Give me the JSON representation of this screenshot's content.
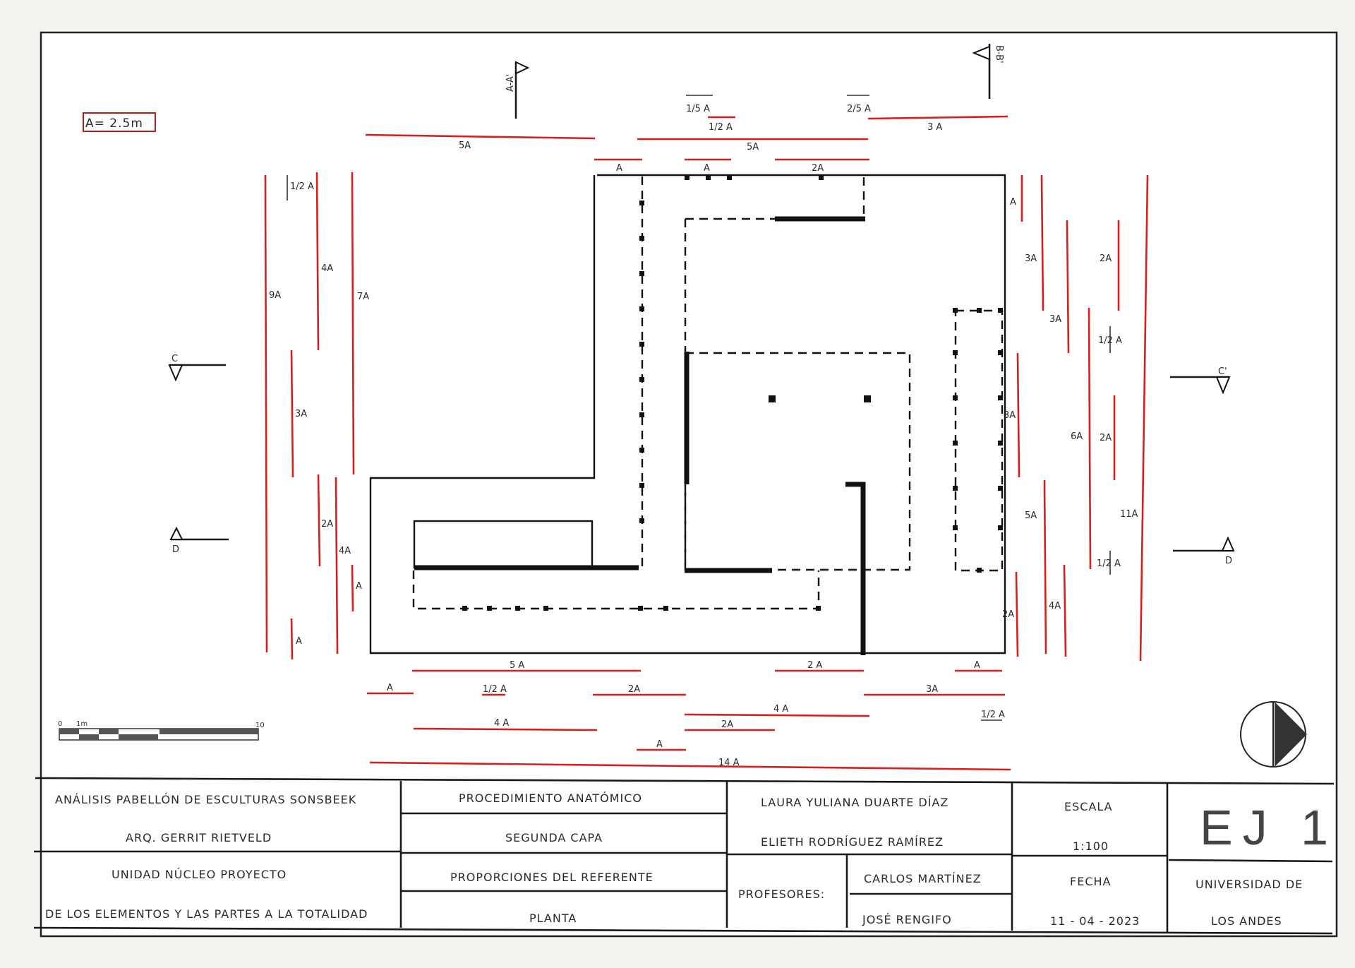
{
  "scale_note": "A= 2.5m",
  "sections": {
    "aa_top": "A-A'",
    "bb_top": "B-B'",
    "c_left": "C",
    "c_right": "C'",
    "d_left": "D",
    "d_right": "D"
  },
  "dimensions": {
    "top": [
      "5A",
      "A",
      "1/5 A",
      "1/2 A",
      "5A",
      "A",
      "2/5 A",
      "2A",
      "3 A"
    ],
    "left": [
      "9A",
      "1/2 A",
      "4A",
      "7A",
      "3A",
      "2A",
      "4A",
      "A",
      "A"
    ],
    "right": [
      "A",
      "3A",
      "2A",
      "3A",
      "1/2 A",
      "3A",
      "6A",
      "2A",
      "5A",
      "11A",
      "1/2 A",
      "2A",
      "4A"
    ],
    "bottom": [
      "5 A",
      "2 A",
      "A",
      "A",
      "1/2 A",
      "2A",
      "3A",
      "4 A",
      "1/2 A",
      "4 A",
      "2A",
      "A",
      "14 A"
    ]
  },
  "scale_bar": {
    "start": "0",
    "mid": "1m",
    "end": "10"
  },
  "title_block": {
    "project": "ANÁLISIS PABELLÓN DE ESCULTURAS SONSBEEK",
    "architect": "ARQ. GERRIT RIETVELD",
    "unit": "UNIDAD NÚCLEO PROYECTO",
    "course": "DE LOS ELEMENTOS Y LAS PARTES A LA TOTALIDAD",
    "procedure": "PROCEDIMIENTO ANATÓMICO",
    "layer": "SEGUNDA CAPA",
    "proportions": "PROPORCIONES DEL REFERENTE",
    "view": "PLANTA",
    "author1": "LAURA YULIANA DUARTE DÍAZ",
    "author2": "ELIETH RODRÍGUEZ RAMÍREZ",
    "professors_label": "PROFESORES:",
    "professor1": "CARLOS MARTÍNEZ",
    "professor2": "JOSÉ RENGIFO",
    "scale_label": "ESCALA",
    "scale_value": "1:100",
    "date_label": "FECHA",
    "date_value": "11 - 04 - 2023",
    "sheet": "EJ 1",
    "university1": "UNIVERSIDAD DE",
    "university2": "LOS ANDES"
  }
}
